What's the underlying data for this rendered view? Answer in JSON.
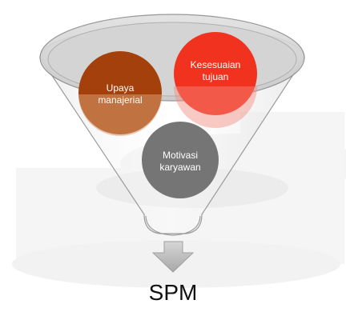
{
  "diagram": {
    "circles": [
      {
        "id": "upaya",
        "lines": [
          "Upaya",
          "manajerial"
        ],
        "color": "#a3400b"
      },
      {
        "id": "kesesuaian",
        "lines": [
          "Kesesuaian",
          "tujuan"
        ],
        "color": "#f0321e"
      },
      {
        "id": "motivasi",
        "lines": [
          "Motivasi",
          "karyawan"
        ],
        "color": "#757575"
      }
    ],
    "result": "SPM",
    "colors": {
      "funnel_rim": "#d0d0d0",
      "funnel_body": "#eeeeee",
      "arrow": "#b9b9b9",
      "background_shape": "#f0f0f0"
    }
  }
}
